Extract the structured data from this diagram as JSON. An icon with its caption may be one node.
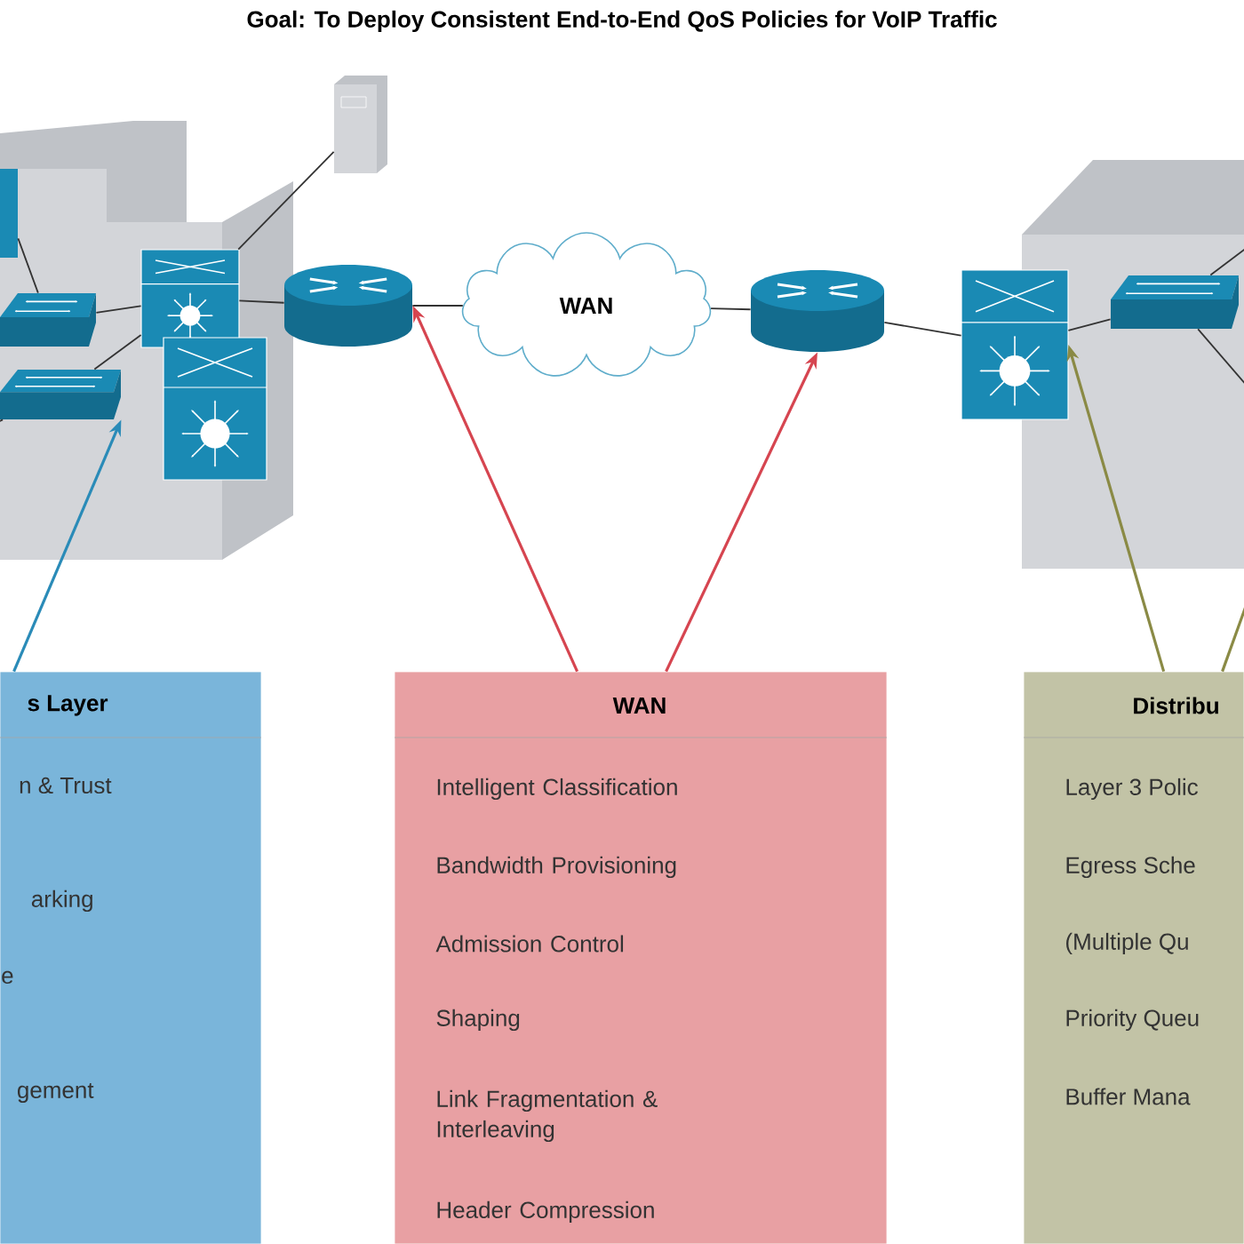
{
  "diagram": {
    "title": "Goal: To Deploy Consistent End-to-End QoS Policies for VoIP Traffic",
    "nodes": [
      {
        "text": [],
        "shape": "server"
      },
      {
        "text": [],
        "shape": "switch"
      },
      {
        "text": [],
        "shape": "switch"
      },
      {
        "text": [],
        "shape": "switch"
      },
      {
        "text": [],
        "shape": "switch"
      },
      {
        "text": [],
        "shape": "box"
      },
      {
        "text": [],
        "shape": "router"
      },
      {
        "text": [
          "WAN"
        ]
      },
      {
        "text": [],
        "shape": "router"
      },
      {
        "text": [],
        "shape": "switch"
      },
      {
        "text": [],
        "shape": "switch"
      },
      {
        "text": [
          "s Layer",
          "n & Trust",
          "arking",
          "e",
          "gement"
        ]
      },
      {
        "text": [
          "WAN",
          "Intelligent Classification",
          "Bandwidth Provisioning",
          "Admission Control",
          "Shaping",
          "Link Fragmentation & Interleaving",
          "Header Compression"
        ]
      },
      {
        "text": [
          "Distribu",
          "Layer 3 Polic",
          "Egress Sche",
          "(Multiple Qu",
          "Priority Queu",
          "Buffer Mana"
        ]
      }
    ],
    "edges": [
      {
        "from": 5,
        "to": 3,
        "arrow": "none"
      },
      {
        "from": 3,
        "to": 1,
        "arrow": "none"
      },
      {
        "from": 4,
        "to": 1,
        "arrow": "none"
      },
      {
        "from": 1,
        "to": 0,
        "arrow": "none"
      },
      {
        "from": 1,
        "to": 6,
        "arrow": "none"
      },
      {
        "from": 6,
        "to": 7,
        "arrow": "none"
      },
      {
        "from": 7,
        "to": 8,
        "arrow": "none"
      },
      {
        "from": 8,
        "to": 9,
        "arrow": "none"
      },
      {
        "from": 9,
        "to": 10,
        "arrow": "none"
      },
      {
        "from": 10,
        "to": null,
        "arrow": "none"
      },
      {
        "from": 10,
        "to": null,
        "arrow": "none"
      },
      {
        "from": 4,
        "to": null,
        "arrow": "none"
      },
      {
        "from": 11,
        "to": 4,
        "arrow": "to",
        "color": "#2a8bb8"
      },
      {
        "from": 12,
        "to": 6,
        "arrow": "to",
        "color": "#d64550"
      },
      {
        "from": 12,
        "to": 8,
        "arrow": "to",
        "color": "#d64550"
      },
      {
        "from": 13,
        "to": 9,
        "arrow": "to",
        "color": "#8a8a45"
      },
      {
        "from": 13,
        "to": null,
        "arrow": "none",
        "color": "#8a8a45"
      }
    ]
  }
}
